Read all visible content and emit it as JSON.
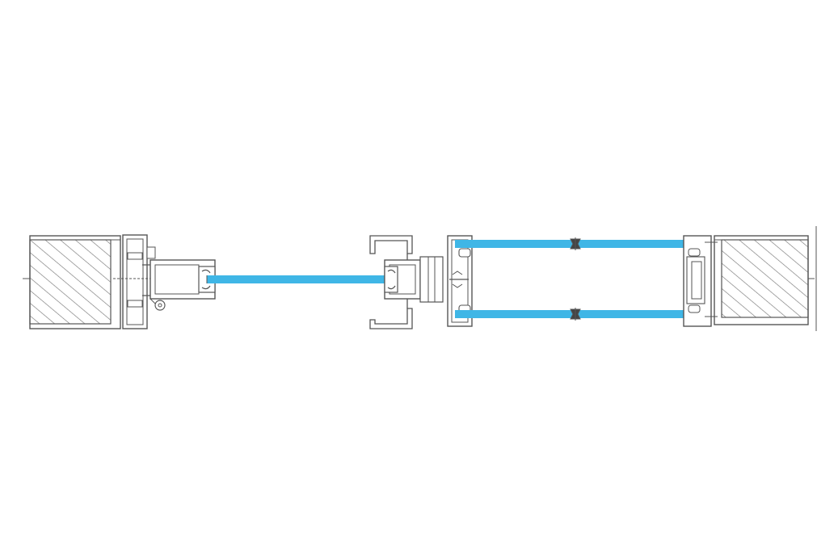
{
  "diagram": {
    "kind": "architectural-section-detail",
    "colors": {
      "background": "#ffffff",
      "line": "#555555",
      "fill": "#ffffff",
      "hatch": "#777777",
      "glass": "#3fb6e6"
    },
    "components": [
      "wall-left",
      "frame-left",
      "sash-left",
      "glass-single",
      "sash-center",
      "door-handle",
      "frame-right",
      "glass-outer",
      "glass-inner",
      "spacer-outer",
      "spacer-inner",
      "frame-far-right",
      "wall-right"
    ]
  }
}
